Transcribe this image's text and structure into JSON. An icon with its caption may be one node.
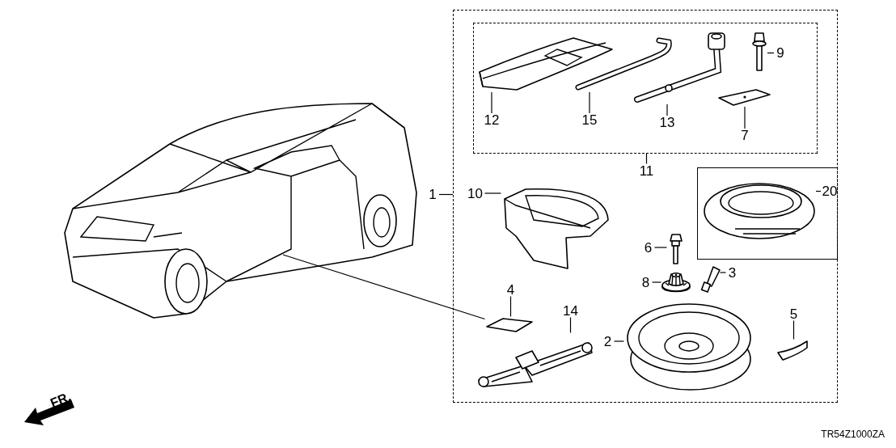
{
  "diagram": {
    "nodes": [
      {
        "text": [],
        "shape": "box"
      },
      {
        "text": [],
        "shape": "box",
        "in": 0
      },
      {
        "text": [],
        "shape": "box",
        "in": 0
      },
      {
        "text": [],
        "shape": "picture",
        "in": 1
      },
      {
        "text": [
          "12"
        ],
        "in": 1
      },
      {
        "text": [],
        "shape": "picture",
        "in": 1
      },
      {
        "text": [
          "15"
        ],
        "in": 1
      },
      {
        "text": [],
        "shape": "picture",
        "in": 1
      },
      {
        "text": [
          "13"
        ],
        "in": 1
      },
      {
        "text": [],
        "shape": "picture",
        "in": 1
      },
      {
        "text": [
          "9"
        ],
        "in": 1
      },
      {
        "text": [],
        "shape": "picture",
        "in": 1
      },
      {
        "text": [
          "7"
        ],
        "in": 1
      },
      {
        "text": [
          "11"
        ],
        "in": 0
      },
      {
        "text": [
          "1"
        ]
      },
      {
        "text": [],
        "shape": "picture",
        "in": 2
      },
      {
        "text": [
          "20"
        ],
        "in": 2
      },
      {
        "text": [],
        "shape": "picture",
        "in": 0
      },
      {
        "text": [
          "10"
        ],
        "in": 0
      },
      {
        "text": [],
        "shape": "picture",
        "in": 0
      },
      {
        "text": [
          "6"
        ],
        "in": 0
      },
      {
        "text": [],
        "shape": "picture",
        "in": 0
      },
      {
        "text": [
          "8"
        ],
        "in": 0
      },
      {
        "text": [],
        "shape": "picture",
        "in": 0
      },
      {
        "text": [
          "3"
        ],
        "in": 0
      },
      {
        "text": [],
        "shape": "picture",
        "in": 0
      },
      {
        "text": [
          "4"
        ],
        "in": 0
      },
      {
        "text": [],
        "shape": "picture",
        "in": 0
      },
      {
        "text": [
          "14"
        ],
        "in": 0
      },
      {
        "text": [],
        "shape": "picture",
        "in": 0
      },
      {
        "text": [
          "2"
        ],
        "in": 0
      },
      {
        "text": [],
        "shape": "picture",
        "in": 0
      },
      {
        "text": [
          "5"
        ],
        "in": 0
      },
      {
        "text": [],
        "shape": "picture"
      }
    ],
    "edges": [
      {
        "from": 4,
        "to": 3,
        "arrow": "none"
      },
      {
        "from": 6,
        "to": 5,
        "arrow": "none"
      },
      {
        "from": 8,
        "to": 7,
        "arrow": "none"
      },
      {
        "from": 10,
        "to": 9,
        "arrow": "none"
      },
      {
        "from": 12,
        "to": 11,
        "arrow": "none"
      },
      {
        "from": 13,
        "to": 1,
        "arrow": "none"
      },
      {
        "from": 14,
        "to": 0,
        "arrow": "none"
      },
      {
        "from": 16,
        "to": 15,
        "arrow": "none"
      },
      {
        "from": 18,
        "to": 17,
        "arrow": "none"
      },
      {
        "from": 20,
        "to": 19,
        "arrow": "none"
      },
      {
        "from": 22,
        "to": 21,
        "arrow": "none"
      },
      {
        "from": 24,
        "to": 23,
        "arrow": "none"
      },
      {
        "from": 26,
        "to": 25,
        "arrow": "none"
      },
      {
        "from": 28,
        "to": 27,
        "arrow": "none"
      },
      {
        "from": 30,
        "to": 29,
        "arrow": "none"
      },
      {
        "from": 32,
        "to": 31,
        "arrow": "none"
      },
      {
        "from": 33,
        "to": 25,
        "arrow": "none"
      }
    ],
    "labels": [
      "FR.",
      "TR54Z1000ZA"
    ]
  }
}
